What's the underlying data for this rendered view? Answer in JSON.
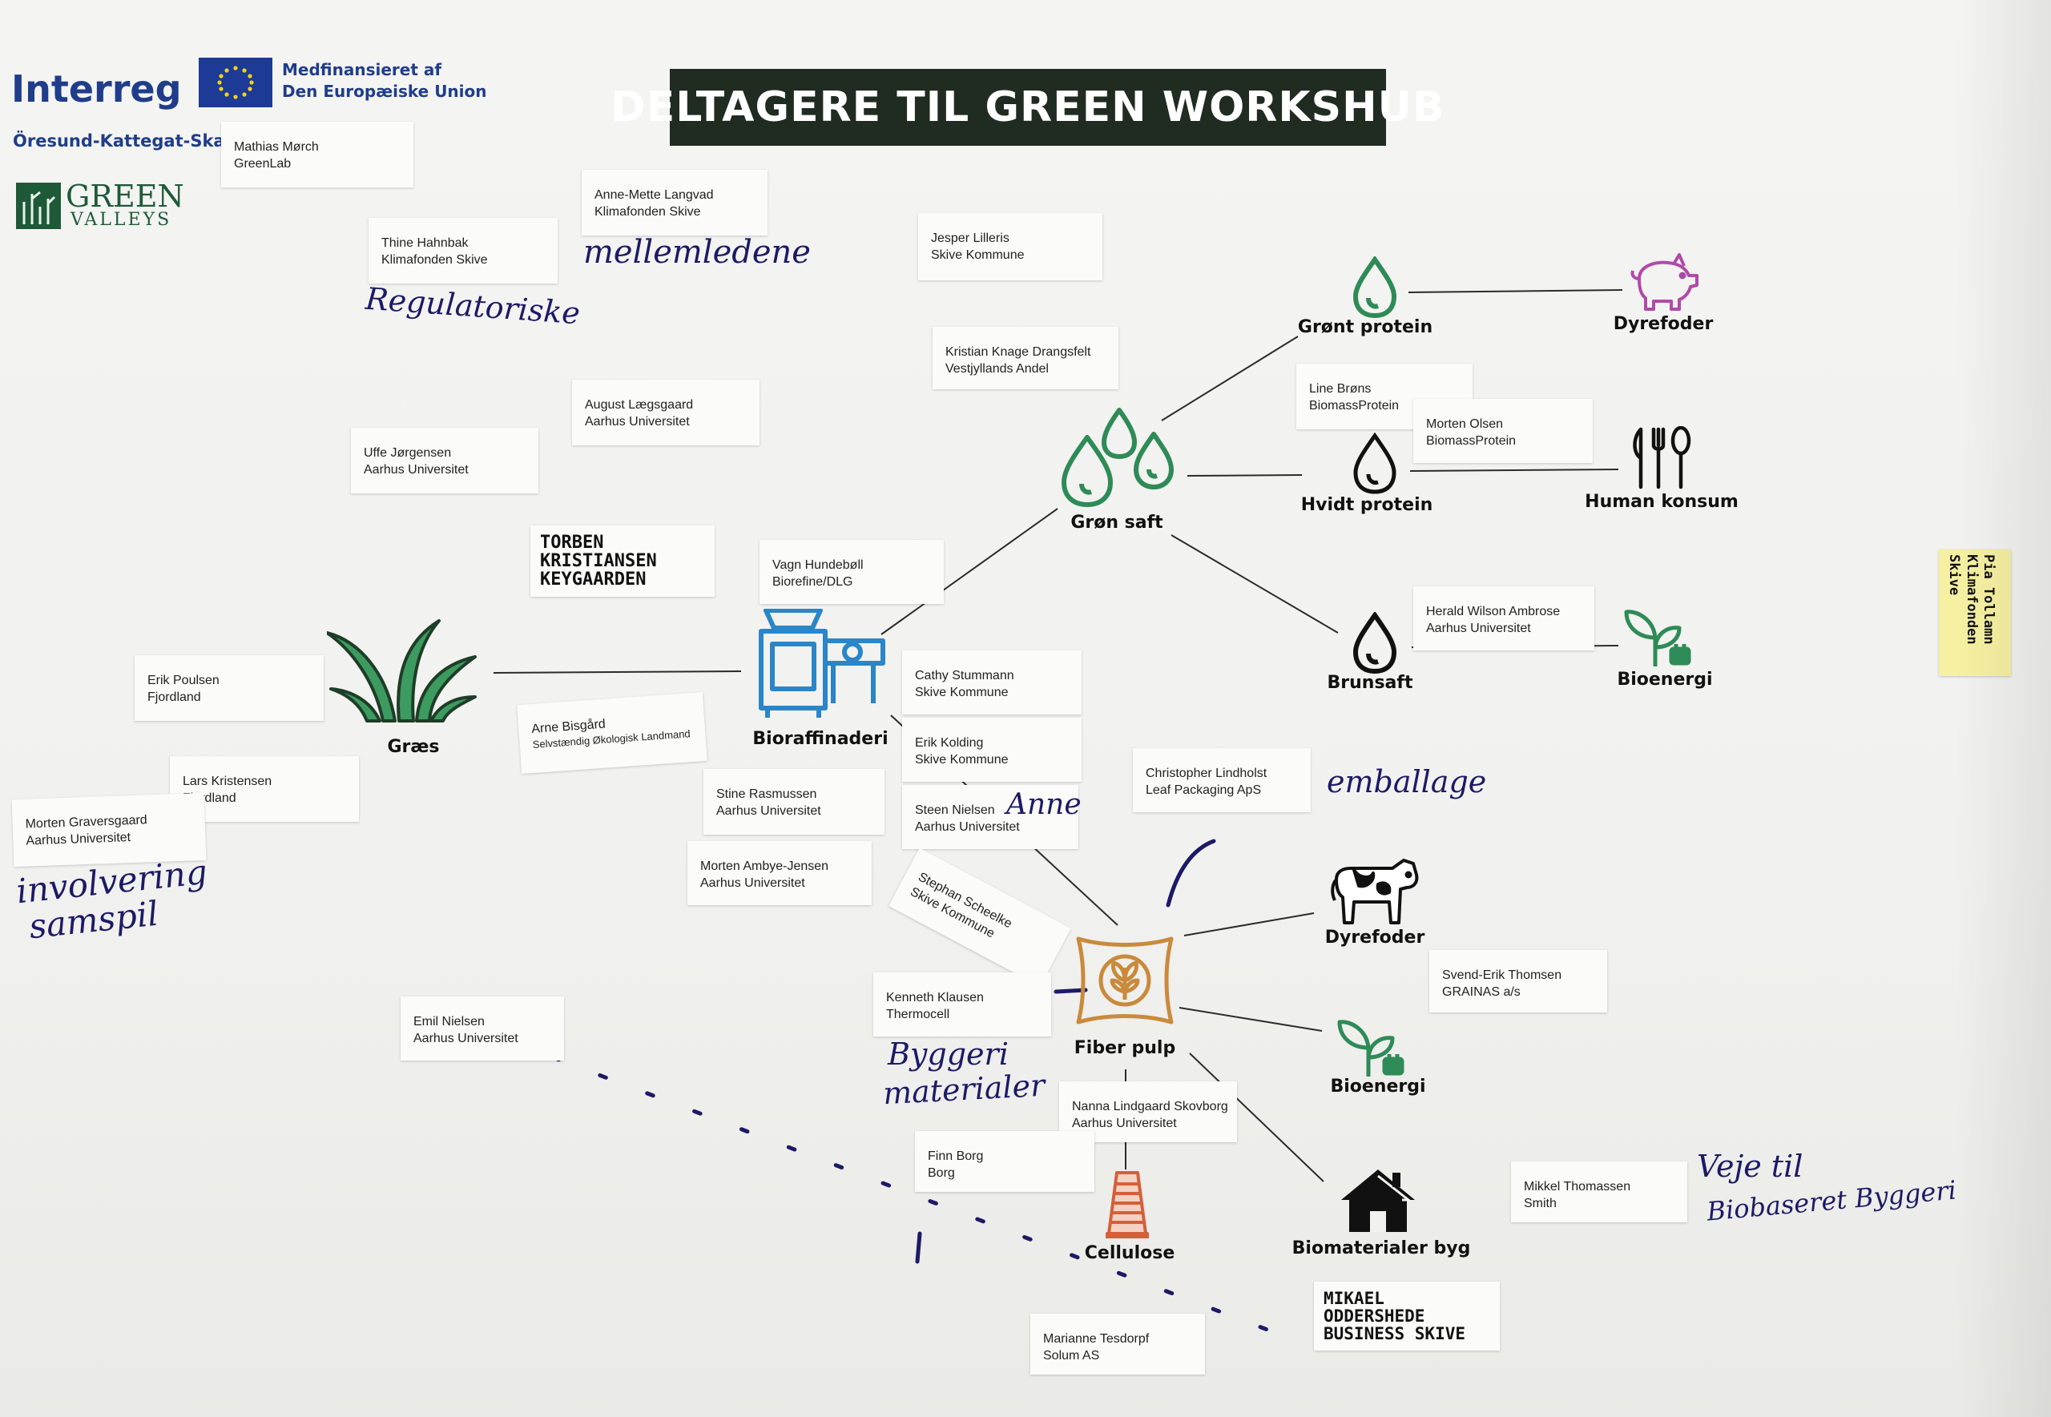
{
  "header": {
    "title": "DELTAGERE TIL GREEN WORKSHUB",
    "interreg": "Interreg",
    "eu_line1": "Medfinansieret af",
    "eu_line2": "Den Europæiske Union",
    "region": "Öresund-Kattegat-Skagerrak",
    "gv_line1": "GREEN",
    "gv_line2": "VALLEYS"
  },
  "nodes": {
    "graes": "Græs",
    "bioraffinaderi": "Bioraffinaderi",
    "gron_saft": "Grøn saft",
    "gront_protein": "Grønt protein",
    "dyrefoder1": "Dyrefoder",
    "hvidt_protein": "Hvidt protein",
    "human_konsum": "Human konsum",
    "brunsaft": "Brunsaft",
    "bioenergi1": "Bioenergi",
    "fiber_pulp": "Fiber pulp",
    "dyrefoder2": "Dyrefoder",
    "bioenergi2": "Bioenergi",
    "biomaterialer": "Biomaterialer byg",
    "cellulose": "Cellulose"
  },
  "participants": [
    {
      "name": "Mathias Mørch",
      "org": "GreenLab"
    },
    {
      "name": "Anne-Mette Langvad",
      "org": "Klimafonden Skive"
    },
    {
      "name": "Thine Hahnbak",
      "org": "Klimafonden Skive"
    },
    {
      "name": "Jesper Lilleris",
      "org": "Skive Kommune"
    },
    {
      "name": "Kristian Knage Drangsfelt",
      "org": "Vestjyllands Andel"
    },
    {
      "name": "August Lægsgaard",
      "org": "Aarhus Universitet"
    },
    {
      "name": "Uffe Jørgensen",
      "org": "Aarhus Universitet"
    },
    {
      "name": "Line Brøns",
      "org": "BiomassProtein"
    },
    {
      "name": "Morten Olsen",
      "org": "BiomassProtein"
    },
    {
      "name": "Vagn Hundebøll",
      "org": "Biorefine/DLG"
    },
    {
      "name": "Herald Wilson Ambrose",
      "org": "Aarhus Universitet"
    },
    {
      "name": "Erik Poulsen",
      "org": "Fjordland"
    },
    {
      "name": "Arne Bisgård",
      "org": "Selvstændig Økologisk Landmand"
    },
    {
      "name": "Cathy Stummann",
      "org": "Skive Kommune"
    },
    {
      "name": "Erik Kolding",
      "org": "Skive Kommune"
    },
    {
      "name": "Lars Kristensen",
      "org": "Fjordland"
    },
    {
      "name": "Morten Graversgaard",
      "org": "Aarhus Universitet"
    },
    {
      "name": "Stine Rasmussen",
      "org": "Aarhus Universitet"
    },
    {
      "name": "Steen Nielsen",
      "org": "Aarhus Universitet"
    },
    {
      "name": "Christopher Lindholst",
      "org": "Leaf Packaging ApS"
    },
    {
      "name": "Morten Ambye-Jensen",
      "org": "Aarhus Universitet"
    },
    {
      "name": "Stephan Scheelke",
      "org": "Skive Kommune"
    },
    {
      "name": "Kenneth Klausen",
      "org": "Thermocell"
    },
    {
      "name": "Emil Nielsen",
      "org": "Aarhus Universitet"
    },
    {
      "name": "Svend-Erik Thomsen",
      "org": "GRAINAS a/s"
    },
    {
      "name": "Nanna Lindgaard Skovborg",
      "org": "Aarhus Universitet"
    },
    {
      "name": "Finn Borg",
      "org": "Borg"
    },
    {
      "name": "Mikkel Thomassen",
      "org": "Smith"
    },
    {
      "name": "Marianne Tesdorpf",
      "org": "Solum AS"
    }
  ],
  "handwritten": {
    "mellemled": "mellemledene",
    "regulatoriske": "Regulatoriske",
    "emballage": "emballage",
    "anne": "Anne",
    "involvering1": "involvering",
    "involvering2": "samspil",
    "byggeri1": "Byggeri",
    "byggeri2": "materialer",
    "veje1": "Veje til",
    "veje2": "Biobaseret Byggeri",
    "side_note": "Pia Tollamn Klimafonden Skive"
  },
  "caps_notes": {
    "torben": [
      "TORBEN",
      "KRISTIANSEN",
      "KEYGAARDEN"
    ],
    "mikael": [
      "MIKAEL",
      "ODDERSHEDE",
      "BUSINESS SKIVE"
    ]
  },
  "colors": {
    "title_bg": "#202b22",
    "green": "#2e8b57",
    "blue": "#2a86c8",
    "purple": "#b04aa8",
    "ink": "#1c1a66",
    "cellulose": "#d4603a",
    "bag": "#c98a3c"
  },
  "icons": [
    "interreg-logo",
    "eu-flag-icon",
    "green-valleys-logo",
    "grass-icon",
    "refinery-machine-icon",
    "drops-icon",
    "drop-icon",
    "pig-icon",
    "cutlery-icon",
    "sprout-energy-icon",
    "cow-icon",
    "fiber-bag-icon",
    "house-icon",
    "spool-icon"
  ]
}
